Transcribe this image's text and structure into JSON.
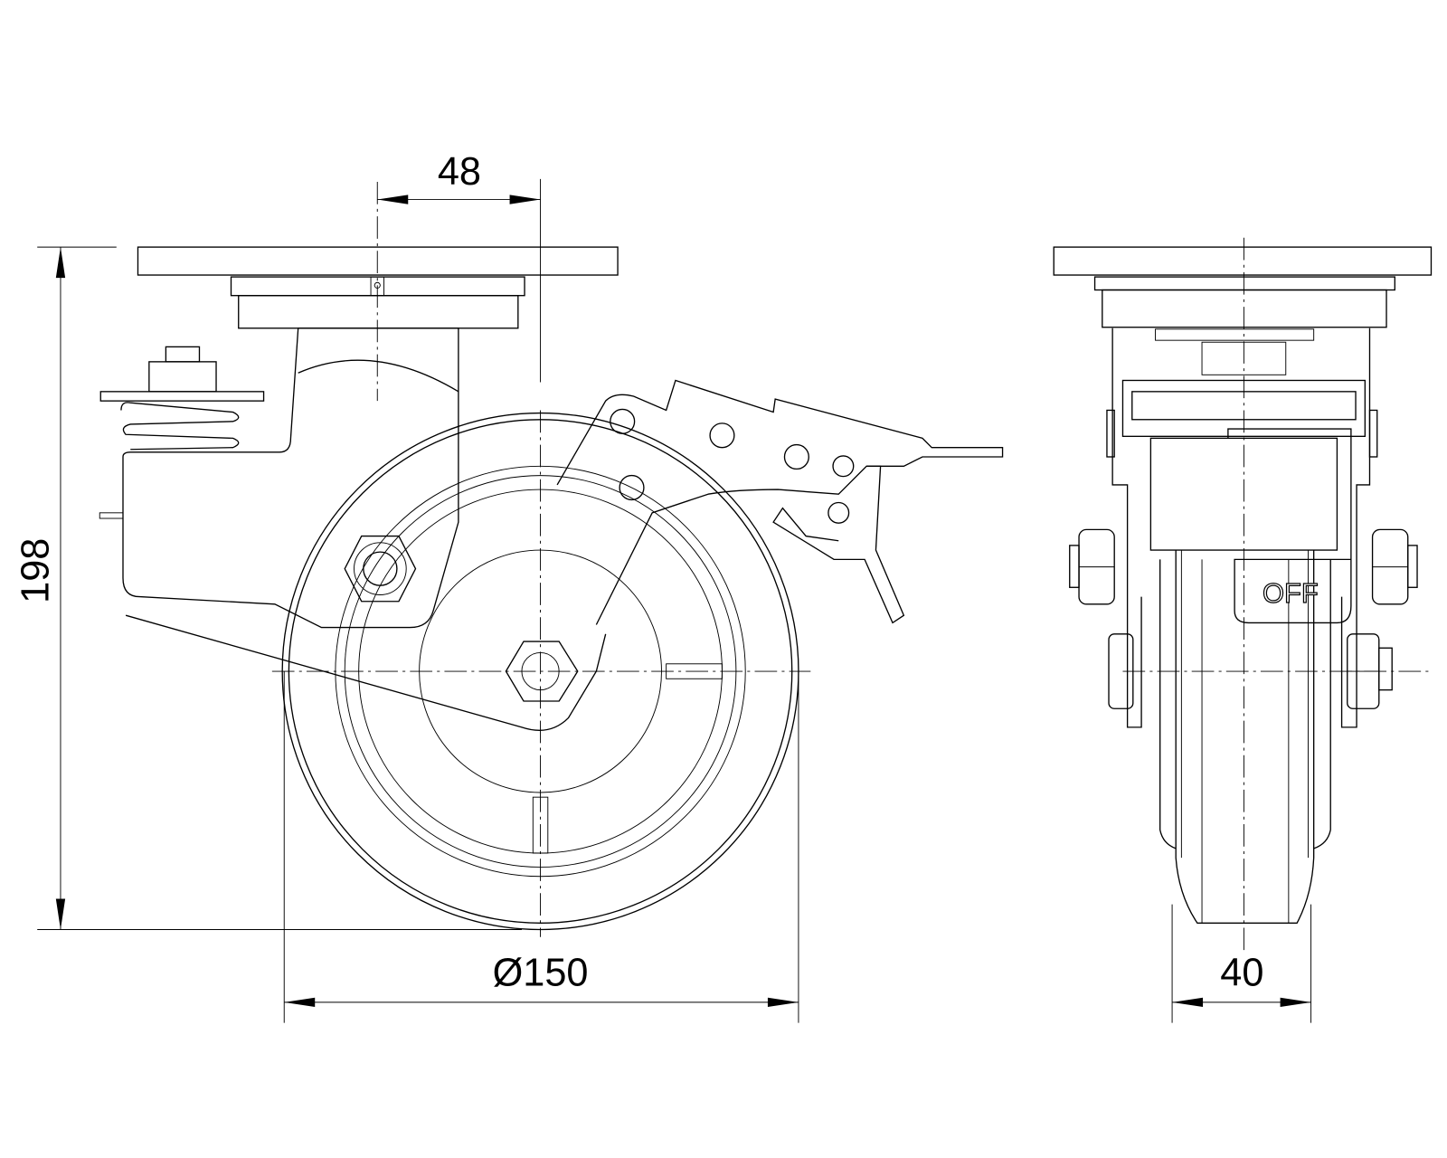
{
  "drawing": {
    "dimensions": {
      "swivel_offset": "48",
      "overall_height": "198",
      "wheel_diameter": "Ø150",
      "wheel_width": "40"
    },
    "brake_label": "OFF"
  }
}
